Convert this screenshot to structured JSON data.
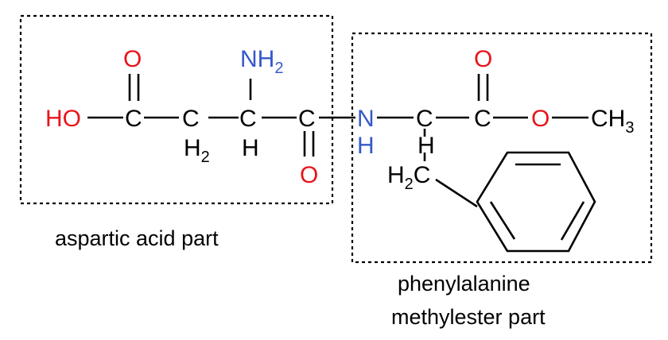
{
  "colors": {
    "oxygen": "#e8141b",
    "nitrogen": "#3559c9",
    "carbon": "#000000"
  },
  "atoms": {
    "ho": "HO",
    "c1": "C",
    "c2": "C",
    "c2_h": "H",
    "c2_h_sub": "2",
    "c3": "C",
    "c3_h": "H",
    "nh": "NH",
    "nh_sub": "2",
    "c4": "C",
    "o_top_left": "O",
    "o_bottom": "O",
    "n": "N",
    "n_h": "H",
    "c5": "C",
    "c5_h": "H",
    "h2c": "H",
    "h2c_sub": "2",
    "h2c_c": "C",
    "c6": "C",
    "o_top_right": "O",
    "o_ester": "O",
    "ch": "CH",
    "ch_sub": "3"
  },
  "captions": {
    "left": "aspartic acid part",
    "right_line1": "phenylalanine",
    "right_line2": "methylester part"
  }
}
